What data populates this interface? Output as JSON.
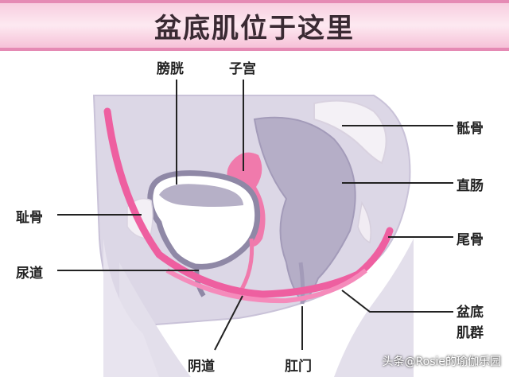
{
  "title": "盆底肌位于这里",
  "labels": {
    "bladder": "膀胱",
    "uterus": "子宫",
    "sacrum": "骶骨",
    "pubic_bone": "耻骨",
    "rectum": "直肠",
    "urethra": "尿道",
    "coccyx": "尾骨",
    "pelvic_floor_line1": "盆底",
    "pelvic_floor_line2": "肌群",
    "vagina": "阴道",
    "anus": "肛门"
  },
  "watermark": "头条@Rosie的瑜伽乐园",
  "colors": {
    "banner_pink": "#e58ab4",
    "banner_light": "#fbe3ee",
    "tissue_lavender": "#d7d2e2",
    "organ_purple": "#b4adc6",
    "muscle_pink": "#ee5fa0",
    "bone": "#f2eef3"
  }
}
